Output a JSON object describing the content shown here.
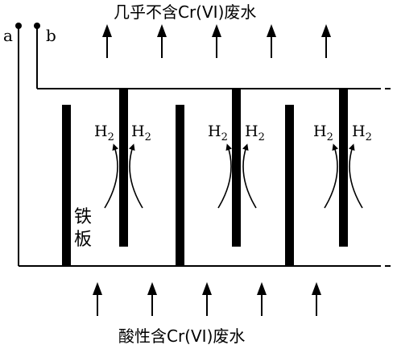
{
  "diagram": {
    "top_label": "几乎不含Cr(VI)废水",
    "bottom_label": "酸性含Cr(VI)废水",
    "terminal_a": "a",
    "terminal_b": "b",
    "electrode_label_line1": "铁",
    "electrode_label_line2": "板",
    "gas_symbol": "H",
    "gas_subscript": "2",
    "colors": {
      "ink": "#000000",
      "background": "#ffffff"
    },
    "icons": {
      "flow_arrow": "up-arrow-icon",
      "bubble_arrow": "curved-arrow-icon",
      "terminal": "terminal-dot-icon"
    }
  }
}
